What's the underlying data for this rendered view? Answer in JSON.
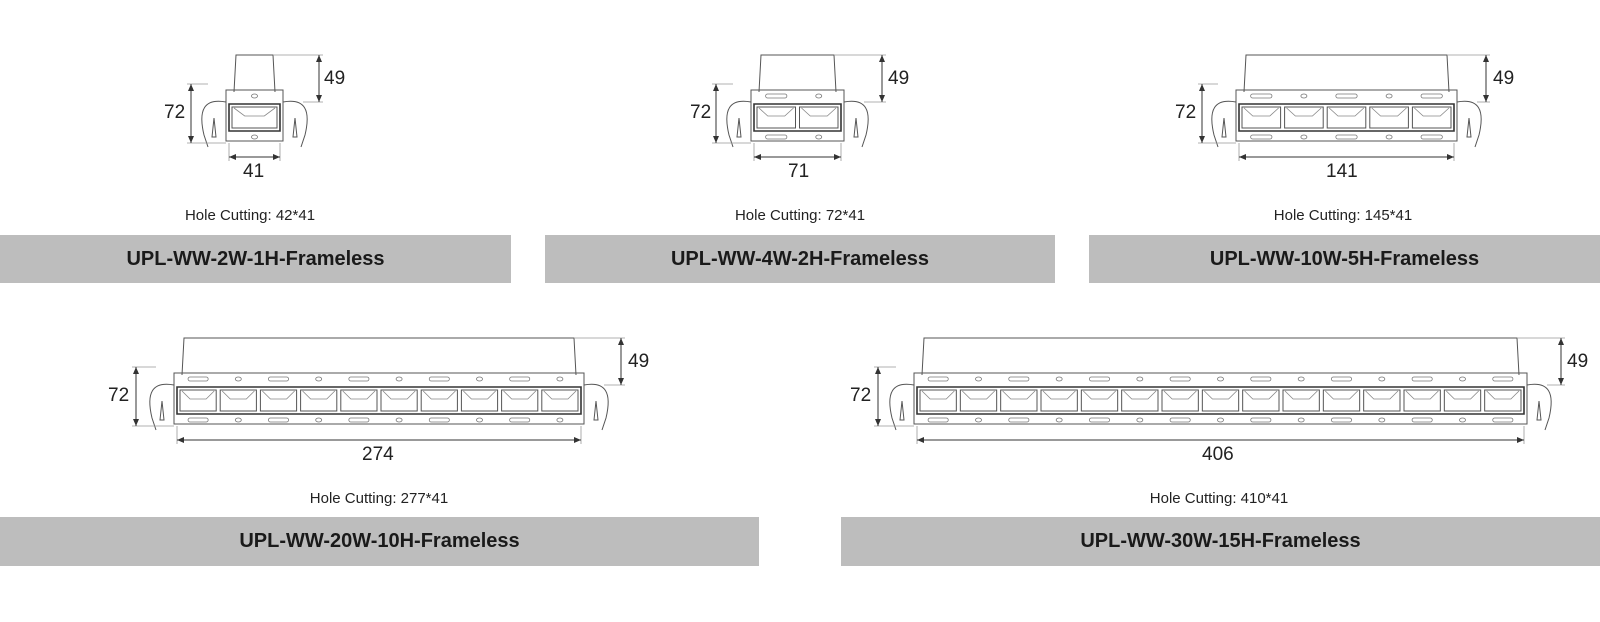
{
  "products": [
    {
      "model": "UPL-WW-2W-1H-Frameless",
      "hole_cutting": "Hole Cutting: 42*41",
      "width": "41",
      "height": "72",
      "depth": "49",
      "cells": 1
    },
    {
      "model": "UPL-WW-4W-2H-Frameless",
      "hole_cutting": "Hole Cutting: 72*41",
      "width": "71",
      "height": "72",
      "depth": "49",
      "cells": 2
    },
    {
      "model": "UPL-WW-10W-5H-Frameless",
      "hole_cutting": "Hole Cutting: 145*41",
      "width": "141",
      "height": "72",
      "depth": "49",
      "cells": 5
    },
    {
      "model": "UPL-WW-20W-10H-Frameless",
      "hole_cutting": "Hole Cutting: 277*41",
      "width": "274",
      "height": "72",
      "depth": "49",
      "cells": 10
    },
    {
      "model": "UPL-WW-30W-15H-Frameless",
      "hole_cutting": "Hole Cutting: 410*41",
      "width": "406",
      "height": "72",
      "depth": "49",
      "cells": 15
    }
  ]
}
